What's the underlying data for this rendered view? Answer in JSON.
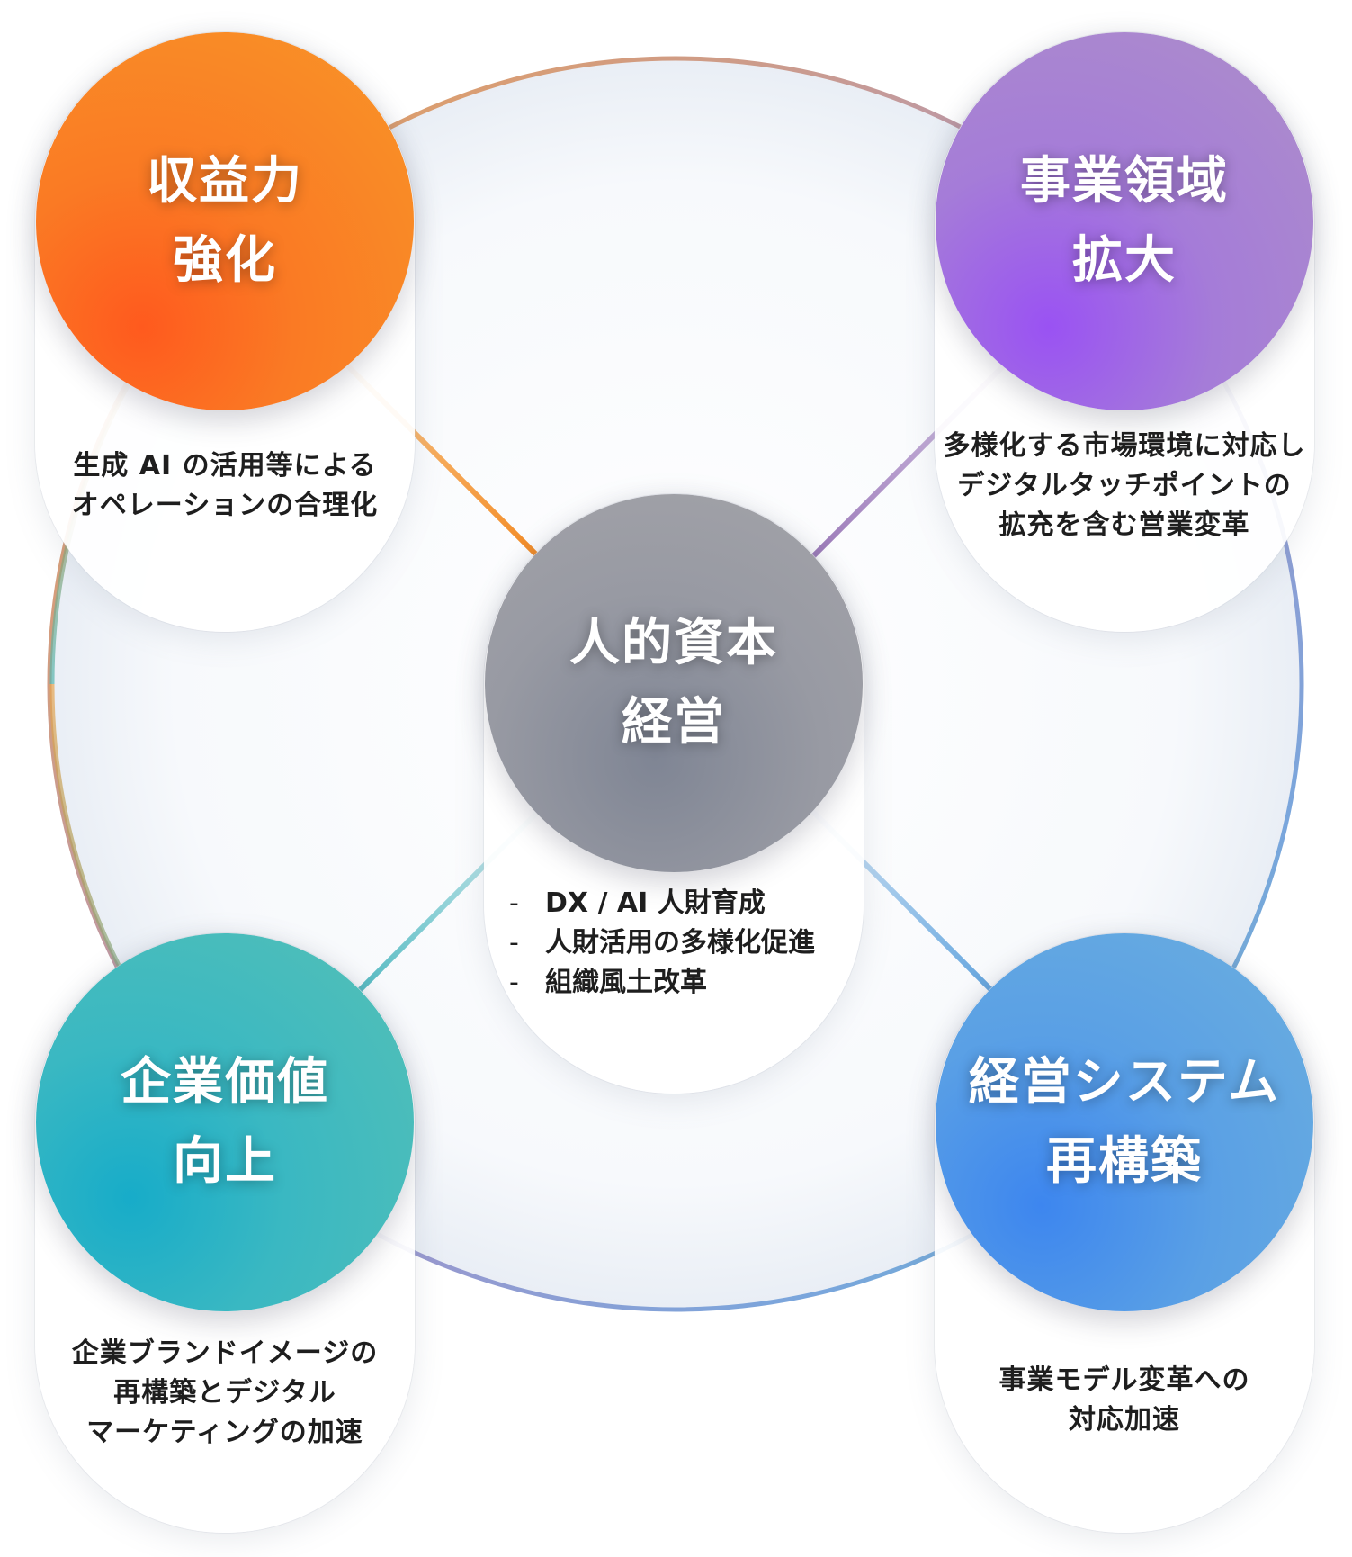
{
  "center": {
    "title_lines": [
      "人的資本",
      "経営"
    ],
    "items": [
      "DX / AI 人財育成",
      "人財活用の多様化促進",
      "組織風土改革"
    ],
    "color": "#9a9aa2"
  },
  "pillars": [
    {
      "id": "top-left",
      "title_lines": [
        "収益力",
        "強化"
      ],
      "desc_lines": [
        "生成 AI の活用等による",
        "オペレーションの合理化"
      ],
      "color": "#f7892a"
    },
    {
      "id": "top-right",
      "title_lines": [
        "事業領域",
        "拡大"
      ],
      "desc_lines": [
        "多様化する市場環境に対応し",
        "デジタルタッチポイントの",
        "拡充を含む営業変革"
      ],
      "color": "#a887d0"
    },
    {
      "id": "bottom-left",
      "title_lines": [
        "企業価値",
        "向上"
      ],
      "desc_lines": [
        "企業ブランドイメージの",
        "再構築とデジタル",
        "マーケティングの加速"
      ],
      "color": "#46bbbd"
    },
    {
      "id": "bottom-right",
      "title_lines": [
        "経営システム",
        "再構築"
      ],
      "desc_lines": [
        "事業モデル変革への",
        "対応加速"
      ],
      "color": "#5fa6e2"
    }
  ]
}
